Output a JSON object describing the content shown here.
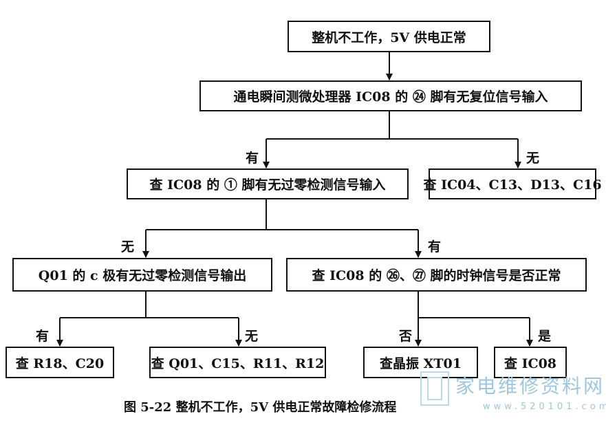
{
  "nodes": {
    "n1": "整机不工作，5V 供电正常",
    "n2": "通电瞬间测微处理器 IC08 的 ㉔ 脚有无复位信号输入",
    "n3": "查 IC08 的 ① 脚有无过零检测信号输入",
    "n4": "查 IC04、C13、D13、C16",
    "n5": "Q01 的 c 极有无过零检测信号输出",
    "n6": "查 IC08 的 ㉖、㉗ 脚的时钟信号是否正常",
    "n7": "查 R18、C20",
    "n8": "查 Q01、C15、R11、R12",
    "n9": "查晶振 XT01",
    "n10": "查 IC08"
  },
  "labels": {
    "l1": "有",
    "l2": "无",
    "l3": "无",
    "l4": "有",
    "l5": "有",
    "l6": "无",
    "l7": "否",
    "l8": "是"
  },
  "caption": "图 5-22   整机不工作，5V 供电正常故障检修流程",
  "watermark": {
    "text": "家电维修资料网",
    "url": "www.520101.com"
  }
}
